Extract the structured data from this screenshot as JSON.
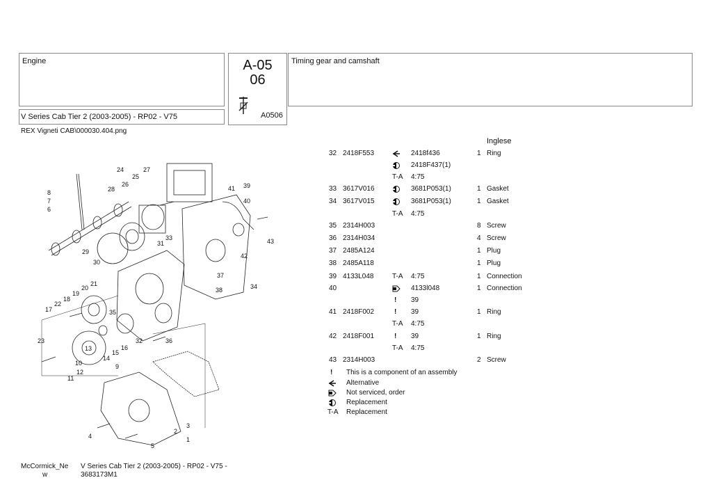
{
  "header": {
    "section": "Engine",
    "code_line1": "A-05",
    "code_line2": "06",
    "code_ref": "A0506",
    "description": "Timing gear and camshaft",
    "model": "V Series Cab Tier 2 (2003-2005) - RP02 - V75"
  },
  "image_path": "REX Vigneti CAB\\000030.404.png",
  "language": "Inglese",
  "rows": [
    {
      "pos": "32",
      "part": "2418F553",
      "sym": "alternative",
      "ref": "2418f436",
      "qty": "1",
      "desc": "Ring"
    },
    {
      "pos": "",
      "part": "",
      "sym": "replacement",
      "ref": "2418F437(1)",
      "qty": "",
      "desc": ""
    },
    {
      "pos": "",
      "part": "",
      "sym": "T-A",
      "ref": "4:75",
      "qty": "",
      "desc": ""
    },
    {
      "pos": "33",
      "part": "3617V016",
      "sym": "replacement",
      "ref": "3681P053(1)",
      "qty": "1",
      "desc": "Gasket"
    },
    {
      "pos": "34",
      "part": "3617V015",
      "sym": "replacement",
      "ref": "3681P053(1)",
      "qty": "1",
      "desc": "Gasket"
    },
    {
      "pos": "",
      "part": "",
      "sym": "T-A",
      "ref": "4:75",
      "qty": "",
      "desc": ""
    },
    {
      "pos": "35",
      "part": "2314H003",
      "sym": "",
      "ref": "",
      "qty": "8",
      "desc": "Screw"
    },
    {
      "pos": "36",
      "part": "2314H034",
      "sym": "",
      "ref": "",
      "qty": "4",
      "desc": "Screw"
    },
    {
      "pos": "37",
      "part": "2485A124",
      "sym": "",
      "ref": "",
      "qty": "1",
      "desc": "Plug"
    },
    {
      "pos": "38",
      "part": "2485A118",
      "sym": "",
      "ref": "",
      "qty": "1",
      "desc": "Plug"
    },
    {
      "pos": "39",
      "part": "4133L048",
      "sym": "T-A",
      "ref": "4:75",
      "qty": "1",
      "desc": "Connection"
    },
    {
      "pos": "40",
      "part": "",
      "sym": "not-serviced",
      "ref": "4133l048",
      "qty": "1",
      "desc": "Connection"
    },
    {
      "pos": "",
      "part": "",
      "sym": "component",
      "ref": "39",
      "qty": "",
      "desc": ""
    },
    {
      "pos": "41",
      "part": "2418F002",
      "sym": "component",
      "ref": "39",
      "qty": "1",
      "desc": "Ring"
    },
    {
      "pos": "",
      "part": "",
      "sym": "T-A",
      "ref": "4:75",
      "qty": "",
      "desc": ""
    },
    {
      "pos": "42",
      "part": "2418F001",
      "sym": "component",
      "ref": "39",
      "qty": "1",
      "desc": "Ring"
    },
    {
      "pos": "",
      "part": "",
      "sym": "T-A",
      "ref": "4:75",
      "qty": "",
      "desc": ""
    },
    {
      "pos": "43",
      "part": "2314H003",
      "sym": "",
      "ref": "",
      "qty": "2",
      "desc": "Screw"
    }
  ],
  "legend": [
    {
      "sym": "component",
      "text": "This is a component of an assembly"
    },
    {
      "sym": "alternative",
      "text": "Alternative"
    },
    {
      "sym": "not-serviced",
      "text": "Not serviced, order"
    },
    {
      "sym": "replacement",
      "text": "Replacement"
    },
    {
      "sym": "T-A",
      "text": "Replacement"
    }
  ],
  "footer": {
    "brand_line1": "McCormick_Ne",
    "brand_line2": "w",
    "model_line1": "V Series Cab Tier 2 (2003-2005) - RP02 - V75 -",
    "model_line2": "3683173M1"
  },
  "diagram_labels": [
    "24",
    "27",
    "25",
    "26",
    "28",
    "8",
    "7",
    "6",
    "41",
    "39",
    "40",
    "33",
    "31",
    "29",
    "30",
    "43",
    "42",
    "37",
    "38",
    "34",
    "21",
    "20",
    "19",
    "18",
    "22",
    "17",
    "35",
    "32",
    "36",
    "23",
    "16",
    "15",
    "14",
    "13",
    "10",
    "12",
    "11",
    "9",
    "3",
    "2",
    "1",
    "4",
    "5"
  ]
}
